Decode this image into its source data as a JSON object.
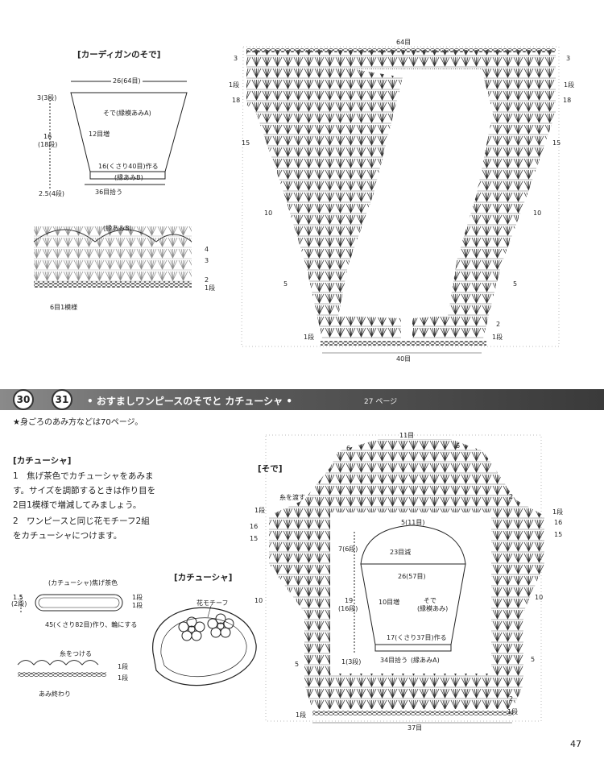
{
  "top": {
    "title": "[カーディガンのそで]",
    "sleeve": {
      "width_top": "26(64目)",
      "height_top": "3(3段)",
      "height_mid": "16",
      "height_mid_rows": "(18段)",
      "height_bottom": "2.5(4段)",
      "label_body": "そで(縁模あみA)",
      "label_increase": "12目増",
      "label_chain": "16(くさり40目)作る",
      "label_edge": "(縁あみB)",
      "label_pickup": "36目拾う"
    },
    "edging": {
      "title": "(縁あみB)",
      "repeat": "6目1模様",
      "row_labels": [
        "4",
        "3",
        "2",
        "1段"
      ]
    },
    "chart": {
      "top_count": "64目",
      "bottom_count": "40目",
      "left_rows": [
        "3",
        "1段",
        "18",
        "15",
        "10",
        "5",
        "1段"
      ],
      "right_rows": [
        "3",
        "1段",
        "18",
        "15",
        "10",
        "5",
        "2",
        "1段"
      ]
    }
  },
  "band": {
    "num1": "30",
    "num2": "31",
    "title": "• おすましワンピースのそでと カチューシャ •",
    "page_ref": "27 ページ"
  },
  "bottom": {
    "note": "★身ごろのあみ方などは70ページ。",
    "katyusha_heading": "[カチューシャ]",
    "steps": [
      "1　焦げ茶色でカチューシャをあみま",
      "す。サイズを調節するときは作り目を",
      "2目1模様で増減してみましょう。",
      "2　ワンピースと同じ花モチーフ2組",
      "をカチューシャにつけます。"
    ],
    "band_diagram": {
      "label_color": "(カチューシャ)焦げ茶色",
      "height": "1.5",
      "height_rows": "(2段)",
      "chain": "45(くさり82目)作り、輪にする",
      "row_labels": [
        "1段",
        "1段"
      ]
    },
    "edge_diagram": {
      "label_attach": "糸をつける",
      "label_end": "あみ終わり",
      "row_labels": [
        "1段",
        "1段"
      ]
    },
    "katyusha_pic_heading": "[カチューシャ]",
    "flower_label": "花モチーフ",
    "sleeve_heading": "[そで]",
    "sleeve_chart": {
      "top_count": "11目",
      "bottom_count": "37目",
      "thread_label": "糸を渡す",
      "left_rows": [
        "6",
        "1段",
        "16",
        "15",
        "10",
        "5",
        "1段"
      ],
      "right_rows": [
        "6",
        "2",
        "1段",
        "16",
        "15",
        "10",
        "5",
        "2",
        "1段"
      ]
    },
    "sleeve_schematic": {
      "top": "5(11目)",
      "cap_height": "7(6段)",
      "decrease": "23目減",
      "width": "26(57目)",
      "body_height": "19",
      "body_rows": "(16段)",
      "increase": "10目増",
      "body_label": "そで",
      "body_pattern": "(縁模あみ)",
      "chain": "17(くさり37目)作る",
      "edge_height": "1(3段)",
      "pickup": "34目拾う",
      "edge_label": "(縁あみA)"
    }
  },
  "page_number": "47"
}
